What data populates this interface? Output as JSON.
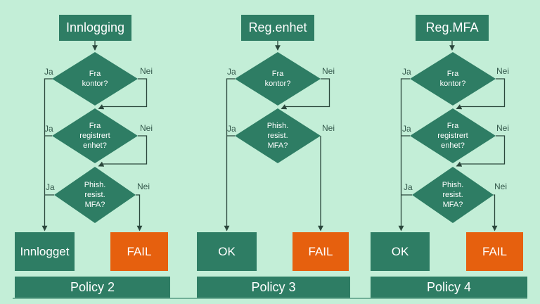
{
  "colors": {
    "background": "#c3eed7",
    "teal": "#2e7d64",
    "orange": "#e6600e",
    "line": "#2b473c",
    "edge_text": "#35594c",
    "box_text": "#ffffff"
  },
  "charts": [
    {
      "title": "Innlogging",
      "decisions": [
        {
          "lines": [
            "Fra",
            "kontor?"
          ],
          "yes": "Ja",
          "no": "Nei"
        },
        {
          "lines": [
            "Fra",
            "registrert",
            "enhet?"
          ],
          "yes": "Ja",
          "no": "Nei"
        },
        {
          "lines": [
            "Phish.",
            "resist.",
            "MFA?"
          ],
          "yes": "Ja",
          "no": "Nei"
        }
      ],
      "success_label": "Innlogget",
      "fail_label": "FAIL",
      "policy_label": "Policy 2"
    },
    {
      "title": "Reg.enhet",
      "decisions": [
        {
          "lines": [
            "Fra",
            "kontor?"
          ],
          "yes": "Ja",
          "no": "Nei"
        },
        {
          "lines": [
            "Phish.",
            "resist.",
            "MFA?"
          ],
          "yes": "Ja",
          "no": "Nei"
        }
      ],
      "success_label": "OK",
      "fail_label": "FAIL",
      "policy_label": "Policy 3"
    },
    {
      "title": "Reg.MFA",
      "decisions": [
        {
          "lines": [
            "Fra",
            "kontor?"
          ],
          "yes": "Ja",
          "no": "Nei"
        },
        {
          "lines": [
            "Fra",
            "registrert",
            "enhet?"
          ],
          "yes": "Ja",
          "no": "Nei"
        },
        {
          "lines": [
            "Phish.",
            "resist.",
            "MFA?"
          ],
          "yes": "Ja",
          "no": "Nei"
        }
      ],
      "success_label": "OK",
      "fail_label": "FAIL",
      "policy_label": "Policy 4"
    }
  ]
}
